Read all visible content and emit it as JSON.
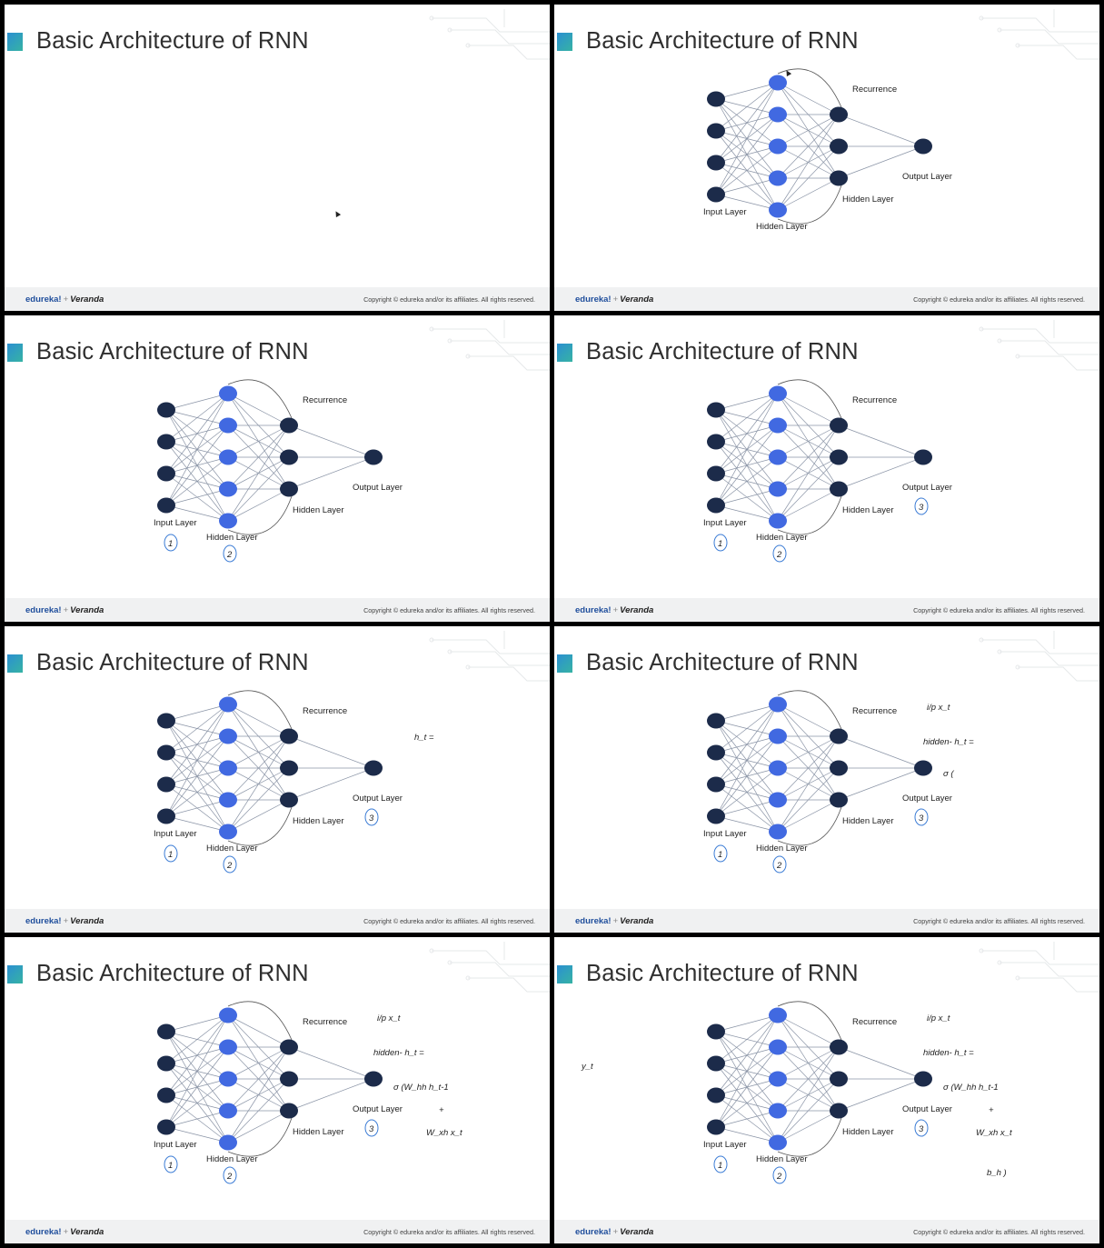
{
  "slide_title": "Basic Architecture of RNN",
  "labels": {
    "input_layer": "Input Layer",
    "hidden_layer_1": "Hidden Layer",
    "hidden_layer_2": "Hidden Layer",
    "recurrence": "Recurrence",
    "output_layer": "Output Layer"
  },
  "footer": {
    "logo_edureka": "edureka!",
    "logo_plus": "+",
    "logo_veranda": "Veranda",
    "copyright": "Copyright © edureka and/or its affiliates. All rights reserved."
  },
  "handwriting": {
    "circle_1": "1",
    "circle_2": "2",
    "circle_3": "3",
    "ht_eq": "h_t =",
    "ip": "i/p  x_t",
    "hidden": "hidden- h_t =",
    "sigma_partial": "σ (",
    "sigma_full": "σ (W_hh h_t-1",
    "plus": "+",
    "wxh": "W_xh x_t",
    "bh": "b_h )",
    "yt": "y_t"
  },
  "colors": {
    "dark_node": "#1c2b4a",
    "blue_node": "#4169e1",
    "ink": "#3a7bd5",
    "accent": "#2b8fd1"
  },
  "slides": [
    {
      "diagram": false,
      "layout": "none",
      "annotations": []
    },
    {
      "diagram": true,
      "layout": "right",
      "annotations": []
    },
    {
      "diagram": true,
      "layout": "left",
      "annotations": [
        "circle_1",
        "circle_2"
      ]
    },
    {
      "diagram": true,
      "layout": "right",
      "annotations": [
        "circle_1",
        "circle_2",
        "circle_3"
      ]
    },
    {
      "diagram": true,
      "layout": "left",
      "annotations": [
        "circle_1",
        "circle_2",
        "circle_3",
        "ht_eq"
      ]
    },
    {
      "diagram": true,
      "layout": "right",
      "annotations": [
        "circle_1",
        "circle_2",
        "circle_3",
        "ip",
        "hidden",
        "sigma_partial"
      ]
    },
    {
      "diagram": true,
      "layout": "left",
      "annotations": [
        "circle_1",
        "circle_2",
        "circle_3",
        "ip",
        "hidden",
        "sigma_full",
        "plus",
        "wxh"
      ]
    },
    {
      "diagram": true,
      "layout": "right",
      "annotations": [
        "circle_1",
        "circle_2",
        "circle_3",
        "ip",
        "hidden",
        "sigma_full",
        "plus",
        "wxh",
        "bh",
        "yt"
      ]
    }
  ]
}
